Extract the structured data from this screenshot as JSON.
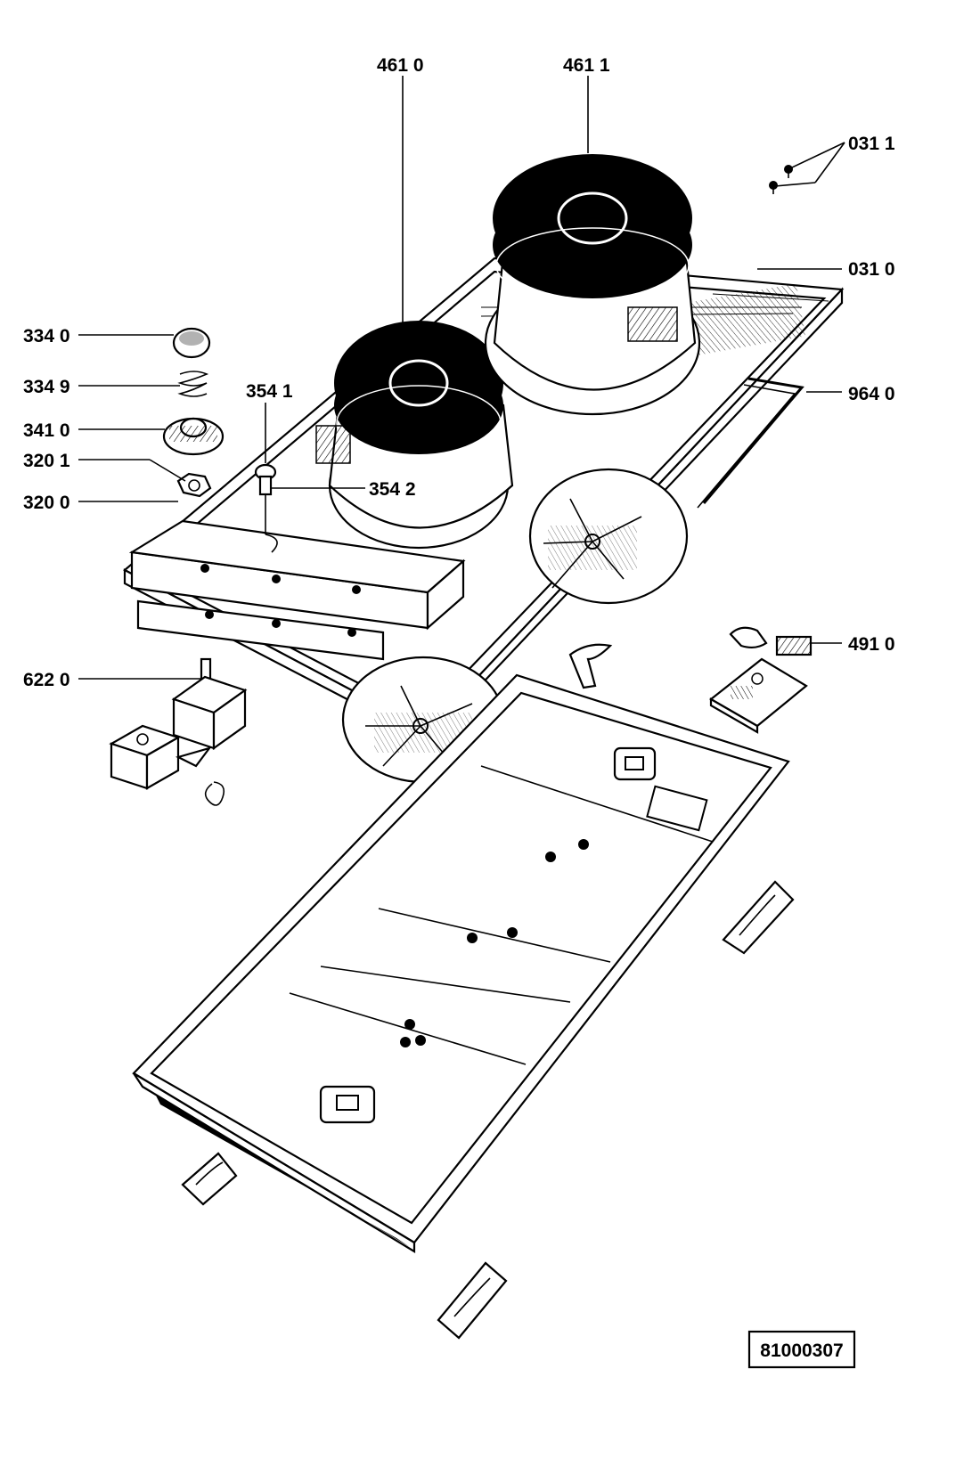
{
  "diagram": {
    "reference_number": "81000307",
    "part_labels": {
      "p4610": "461 0",
      "p4611": "461 1",
      "p0311": "031 1",
      "p0310": "031 0",
      "p3340": "334 0",
      "p3349": "334 9",
      "p3541": "354 1",
      "p9640": "964 0",
      "p3410": "341 0",
      "p3201": "320 1",
      "p3542": "354 2",
      "p3200": "320 0",
      "p4910": "491 0",
      "p6220": "622 0"
    }
  }
}
